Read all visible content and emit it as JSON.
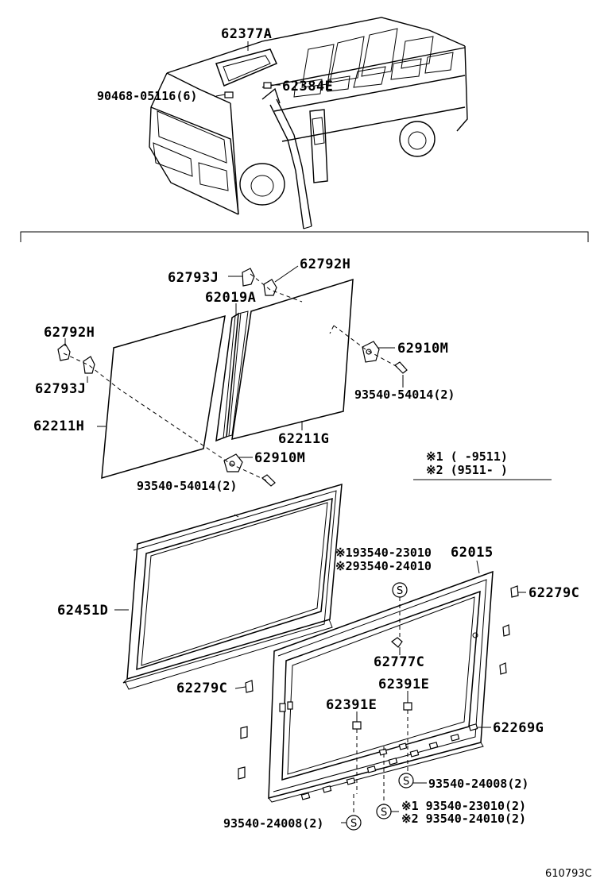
{
  "diagram": {
    "labels": {
      "p62377A": "62377A",
      "p90468": "90468-05116(6)",
      "p62384E": "62384E",
      "p62793J_top": "62793J",
      "p62792H_top": "62792H",
      "p62019A": "62019A",
      "p62792H_left": "62792H",
      "p62910M_right": "62910M",
      "p62793J_left": "62793J",
      "p93540_54014_right": "93540-54014(2)",
      "p62211H": "62211H",
      "p62211G": "62211G",
      "p62910M_bottom": "62910M",
      "p93540_54014_bottom": "93540-54014(2)",
      "note1": "※1 (      -9511)",
      "note2": "※2 (9511-      )",
      "p93540_23010_top": "※193540-23010",
      "p62015": "62015",
      "p93540_24010_top": "※293540-24010",
      "p62451D": "62451D",
      "p62279C_right": "62279C",
      "p62777C": "62777C",
      "p62279C_left": "62279C",
      "p62391E_right": "62391E",
      "p62391E_left": "62391E",
      "p62269G": "62269G",
      "p93540_24008_right": "93540-24008(2)",
      "p93540_23010_bottom": "※1 93540-23010(2)",
      "p93540_24010_bottom": "※2 93540-24010(2)",
      "p93540_24008_left": "93540-24008(2)",
      "s_top": "S",
      "s_right": "S",
      "s_mid": "S",
      "s_left": "S"
    },
    "figure_ref": "610793C"
  }
}
